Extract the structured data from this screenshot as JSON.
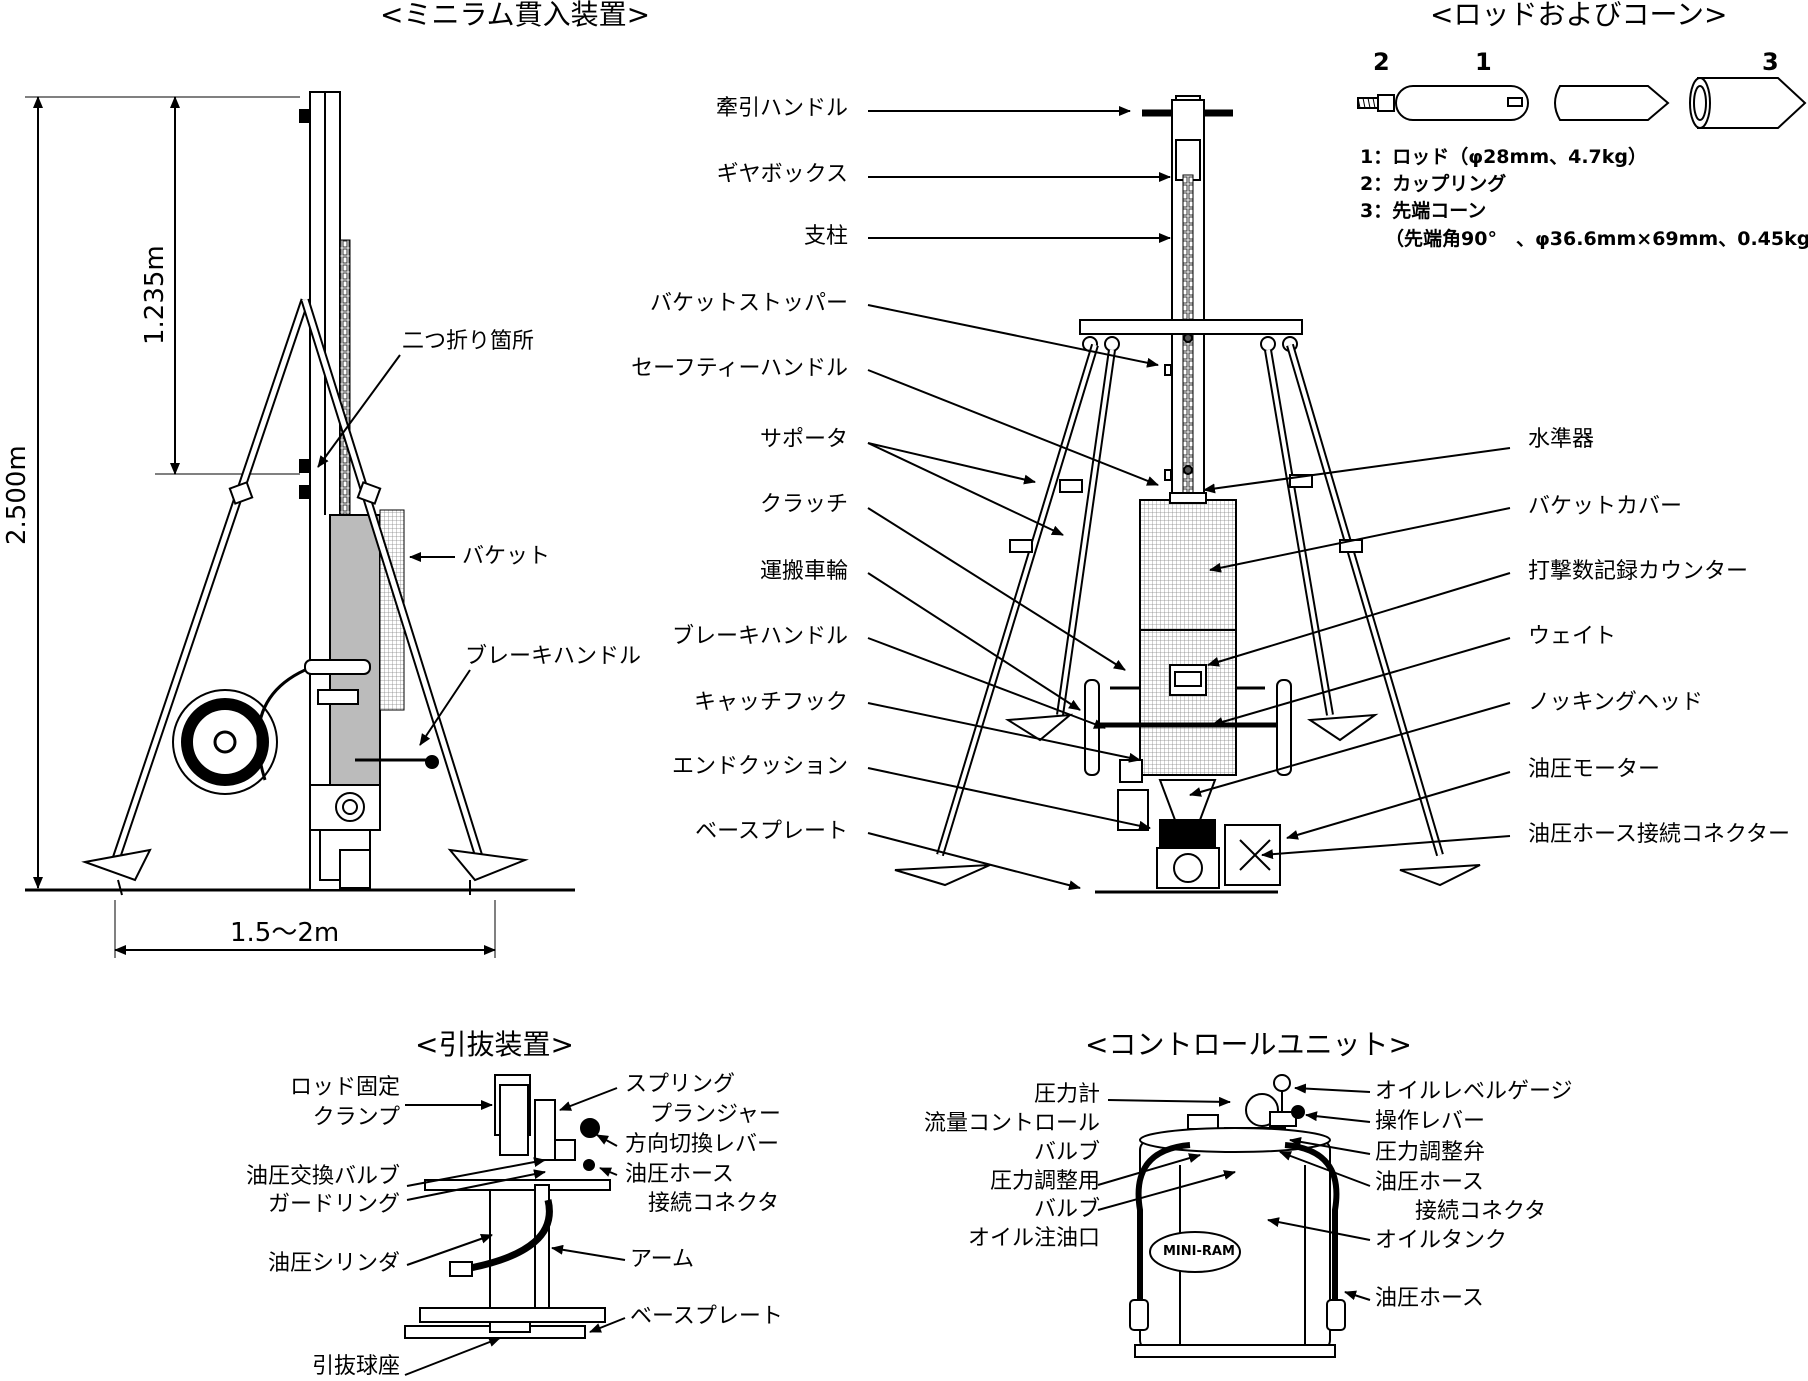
{
  "titles": {
    "miniram": "<ミニラム貫入装置>",
    "rod_cone": "<ロッドおよびコーン>",
    "extractor": "<引抜装置>",
    "control": "<コントロールユニット>"
  },
  "dimensions": {
    "total_height": "2.500m",
    "fold_height": "1.235m",
    "base_width": "1.5〜2m"
  },
  "side_view_labels": {
    "fold_point": "二つ折り箇所",
    "bucket": "バケット",
    "brake_handle": "ブレーキハンドル"
  },
  "front_left_labels": [
    "牽引ハンドル",
    "ギヤボックス",
    "支柱",
    "バケットストッパー",
    "セーフティーハンドル",
    "サポータ",
    "クラッチ",
    "運搬車輪",
    "ブレーキハンドル",
    "キャッチフック",
    "エンドクッション",
    "ベースプレート"
  ],
  "front_right_labels": [
    "水準器",
    "バケットカバー",
    "打撃数記録カウンター",
    "ウェイト",
    "ノッキングヘッド",
    "油圧モーター",
    "油圧ホース接続コネクター"
  ],
  "rod_cone": {
    "numbers": [
      "2",
      "1",
      "3"
    ],
    "specs": [
      "1：ロッド（φ28mm、4.7kg）",
      "2：カップリング",
      "3：先端コーン",
      "（先端角90°　、φ36.6mm×69mm、0.45kg）"
    ]
  },
  "extractor_labels": {
    "clamp_1": "ロッド固定",
    "clamp_2": "クランプ",
    "valve_1": "油圧交換バルブ",
    "valve_2": "ガードリング",
    "cylinder": "油圧シリンダ",
    "ball_seat": "引抜球座",
    "plunger_1": "スプリング",
    "plunger_2": "プランジャー",
    "lever": "方向切換レバー",
    "connector_1": "油圧ホース",
    "connector_2": "接続コネクタ",
    "arm": "アーム",
    "base_plate": "ベースプレート"
  },
  "control_labels": {
    "pressure_gauge": "圧力計",
    "flow_valve_1": "流量コントロール",
    "flow_valve_2": "バルブ",
    "pressure_valve_1": "圧力調整用",
    "pressure_valve_2": "バルブ",
    "oil_inlet": "オイル注油口",
    "level_gauge": "オイルレベルゲージ",
    "op_lever": "操作レバー",
    "reg_valve": "圧力調整弁",
    "hose_conn_1": "油圧ホース",
    "hose_conn_2": "接続コネクタ",
    "oil_tank": "オイルタンク",
    "hose": "油圧ホース",
    "logo": "MINI-RAM"
  }
}
